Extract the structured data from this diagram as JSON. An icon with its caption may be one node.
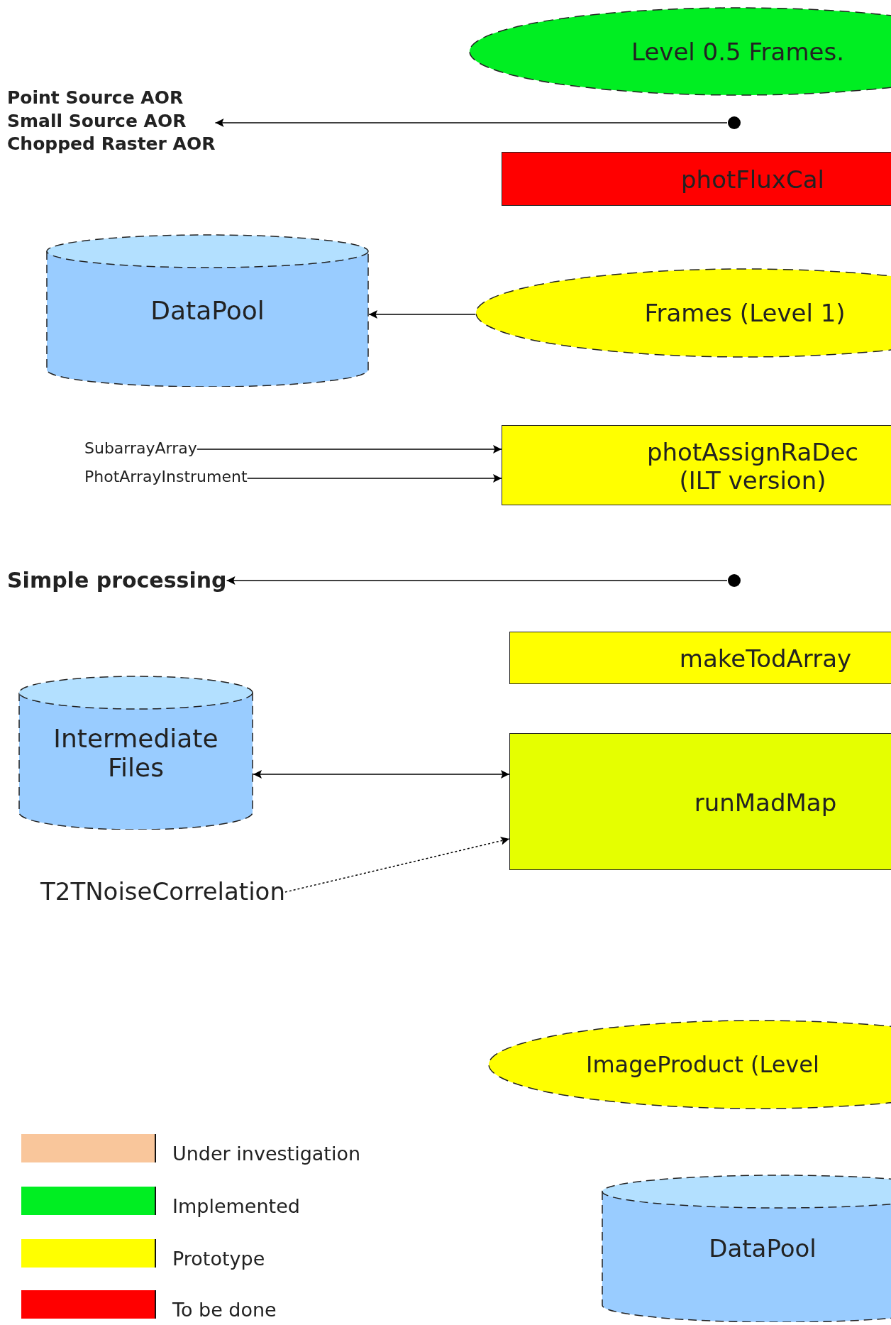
{
  "diagram": {
    "nodes": [
      {
        "text": [
          "Level 0.5 Frames."
        ]
      },
      {
        "text": [
          "Point Source AOR",
          "Small Source AOR",
          "Chopped Raster AOR"
        ]
      },
      {
        "text": [],
        "shape": "circle"
      },
      {
        "text": [
          "photFluxCal"
        ]
      },
      {
        "text": [
          "DataPool"
        ]
      },
      {
        "text": [
          "Frames  (Level 1)"
        ]
      },
      {
        "text": [
          "SubarrayArray"
        ]
      },
      {
        "text": [
          "PhotArrayInstrument"
        ]
      },
      {
        "text": [
          "photAssignRaDec (ILT version)"
        ]
      },
      {
        "text": [
          "Simple processing"
        ]
      },
      {
        "text": [],
        "shape": "circle"
      },
      {
        "text": [
          "makeTodArray"
        ]
      },
      {
        "text": [
          "Intermediate Files"
        ]
      },
      {
        "text": [
          "runMadMap"
        ]
      },
      {
        "text": [
          "T2TNoiseCorrelation"
        ]
      },
      {
        "text": [
          "ImageProduct (Level"
        ]
      },
      {
        "text": [
          "DataPool"
        ]
      }
    ],
    "edges": [
      {
        "from": 2,
        "to": 1,
        "arrow": "to"
      },
      {
        "from": 5,
        "to": 4,
        "arrow": "to"
      },
      {
        "from": 6,
        "to": 8,
        "arrow": "to"
      },
      {
        "from": 7,
        "to": 8,
        "arrow": "to"
      },
      {
        "from": 10,
        "to": 9,
        "arrow": "to"
      },
      {
        "from": 12,
        "to": 13,
        "arrow": "both"
      },
      {
        "from": 14,
        "to": 13,
        "arrow": "to",
        "style": "dashed"
      }
    ],
    "legend": [
      {
        "text": "Under investigation",
        "color": "#f9c69b"
      },
      {
        "text": "Implemented",
        "color": "#00ee22"
      },
      {
        "text": "Prototype",
        "color": "#ffff00"
      },
      {
        "text": "To be done",
        "color": "#ff0000"
      }
    ]
  }
}
